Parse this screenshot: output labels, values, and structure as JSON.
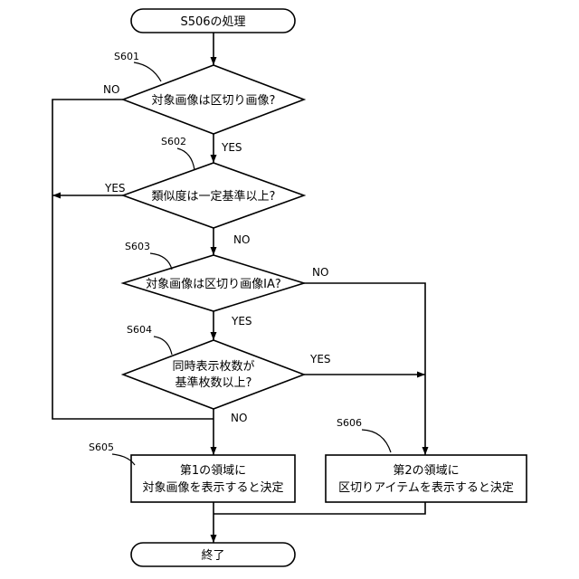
{
  "diagram": {
    "start": "S506の処理",
    "end": "終了",
    "decisions": {
      "d601": {
        "step": "S601",
        "lines": [
          "対象画像は区切り画像?"
        ]
      },
      "d602": {
        "step": "S602",
        "lines": [
          "類似度は一定基準以上?"
        ]
      },
      "d603": {
        "step": "S603",
        "lines": [
          "対象画像は区切り画像IA?"
        ]
      },
      "d604": {
        "step": "S604",
        "lines": [
          "同時表示枚数が",
          "基準枚数以上?"
        ]
      }
    },
    "processes": {
      "p605": {
        "step": "S605",
        "lines": [
          "第1の領域に",
          "対象画像を表示すると決定"
        ]
      },
      "p606": {
        "step": "S606",
        "lines": [
          "第2の領域に",
          "区切りアイテムを表示すると決定"
        ]
      }
    },
    "branch_labels": {
      "d601_no": "NO",
      "d601_yes": "YES",
      "d602_yes": "YES",
      "d602_no": "NO",
      "d603_no": "NO",
      "d603_yes": "YES",
      "d604_yes": "YES",
      "d604_no": "NO"
    }
  }
}
